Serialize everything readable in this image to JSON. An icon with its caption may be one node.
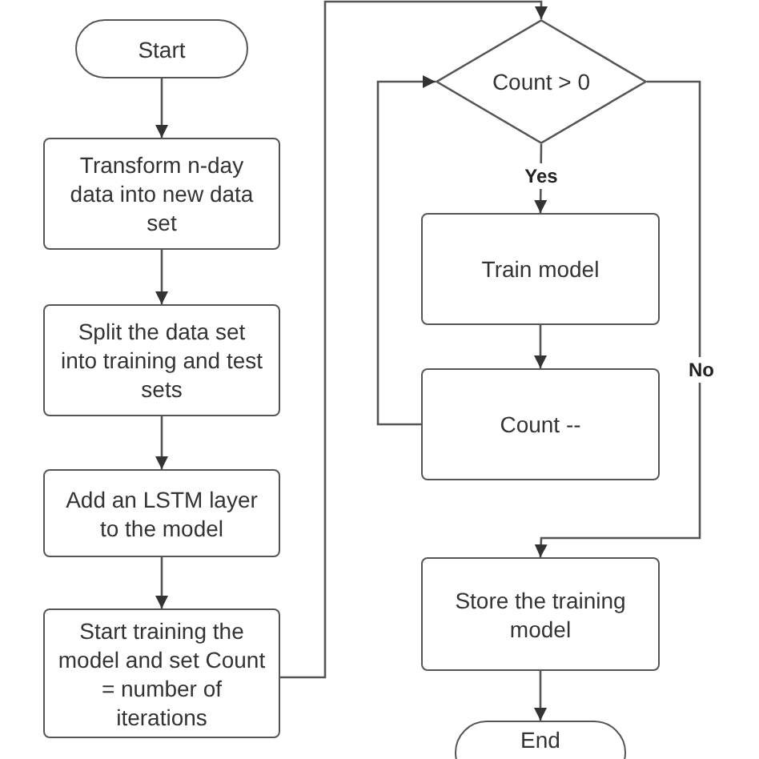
{
  "diagram": {
    "nodes": [
      {
        "text": [
          "Start"
        ]
      },
      {
        "text": [
          "Transform n-day data into new data set"
        ]
      },
      {
        "text": [
          "Split the data set into training and test sets"
        ]
      },
      {
        "text": [
          "Add an LSTM layer to the model"
        ]
      },
      {
        "text": [
          "Start training the model and set Count = number of iterations"
        ]
      },
      {
        "text": [
          "Count > 0"
        ]
      },
      {
        "text": [
          "Train model"
        ]
      },
      {
        "text": [
          "Count --"
        ]
      },
      {
        "text": [
          "Store the training model"
        ]
      },
      {
        "text": [
          "End"
        ]
      }
    ],
    "edges": [
      {
        "from": 0,
        "to": 1,
        "arrow": "to"
      },
      {
        "from": 1,
        "to": 2,
        "arrow": "to"
      },
      {
        "from": 2,
        "to": 3,
        "arrow": "to"
      },
      {
        "from": 3,
        "to": 4,
        "arrow": "to"
      },
      {
        "from": 4,
        "to": 5,
        "arrow": "to"
      },
      {
        "from": 5,
        "to": 6,
        "arrow": "to",
        "label": "Yes"
      },
      {
        "from": 6,
        "to": 7,
        "arrow": "to"
      },
      {
        "from": 7,
        "to": 5,
        "arrow": "to"
      },
      {
        "from": 5,
        "to": 8,
        "arrow": "to",
        "label": "No"
      },
      {
        "from": 8,
        "to": 9,
        "arrow": "to"
      }
    ]
  }
}
